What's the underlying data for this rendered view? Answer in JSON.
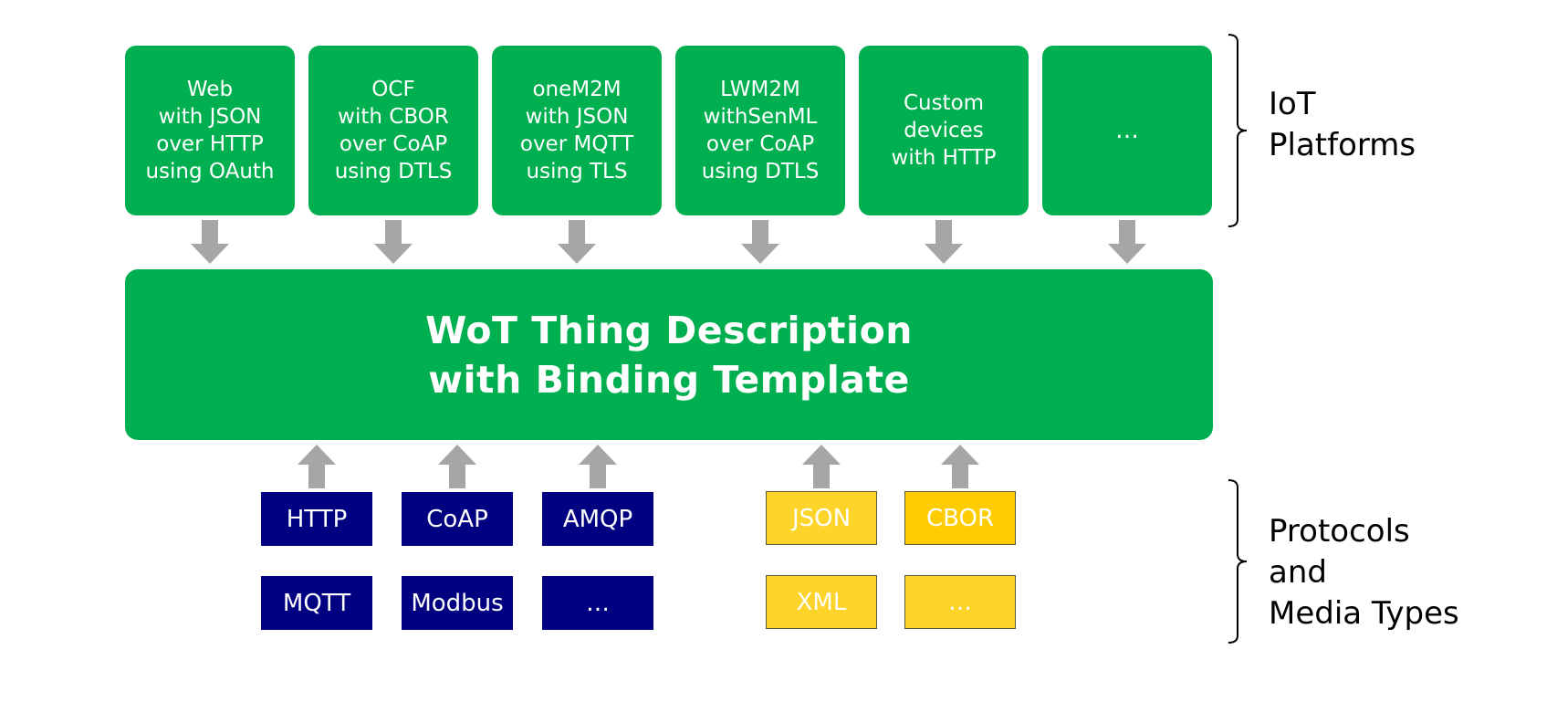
{
  "platforms": [
    {
      "label": "Web\nwith JSON\nover HTTP\nusing OAuth"
    },
    {
      "label": "OCF\nwith CBOR\nover CoAP\nusing DTLS"
    },
    {
      "label": "oneM2M\nwith JSON\nover MQTT\nusing TLS"
    },
    {
      "label": "LWM2M\nwithSenML\nover CoAP\nusing DTLS"
    },
    {
      "label": "Custom\ndevices\nwith HTTP"
    },
    {
      "label": "…"
    }
  ],
  "center": {
    "title": "WoT Thing Description\nwith Binding Template"
  },
  "protocols": [
    {
      "label": "HTTP"
    },
    {
      "label": "CoAP"
    },
    {
      "label": "AMQP"
    },
    {
      "label": "MQTT"
    },
    {
      "label": "Modbus"
    },
    {
      "label": "…"
    }
  ],
  "media_types": [
    {
      "label": "JSON"
    },
    {
      "label": "CBOR"
    },
    {
      "label": "XML"
    },
    {
      "label": "…"
    }
  ],
  "groups": {
    "iot_platforms": "IoT\nPlatforms",
    "protocols_media": "Protocols\nand\nMedia Types"
  },
  "colors": {
    "platform_green": "#00b050",
    "protocol_navy": "#000080",
    "media_yellow": "#ffd42a",
    "arrow_gray": "#a6a6a6"
  }
}
